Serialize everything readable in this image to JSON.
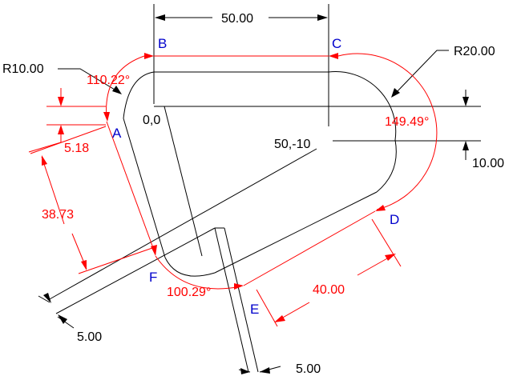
{
  "colors": {
    "geometry": "#000000",
    "dimension_red": "#ff0000",
    "point_label_blue": "#0000cc",
    "background": "#ffffff"
  },
  "dimensions": {
    "top_length": "50.00",
    "radius_small": "R10.00",
    "radius_large": "R20.00",
    "angle_b": "110.22°",
    "angle_c": "149.49°",
    "angle_f": "100.29°",
    "offset_small": "5.18",
    "length_left": "38.73",
    "length_bottom": "40.00",
    "offset_right": "10.00",
    "width_left": "5.00",
    "width_bottom": "5.00"
  },
  "coordinates": {
    "origin": "0,0",
    "point2": "50,-10"
  },
  "points": {
    "a": "A",
    "b": "B",
    "c": "C",
    "d": "D",
    "e": "E",
    "f": "F"
  }
}
